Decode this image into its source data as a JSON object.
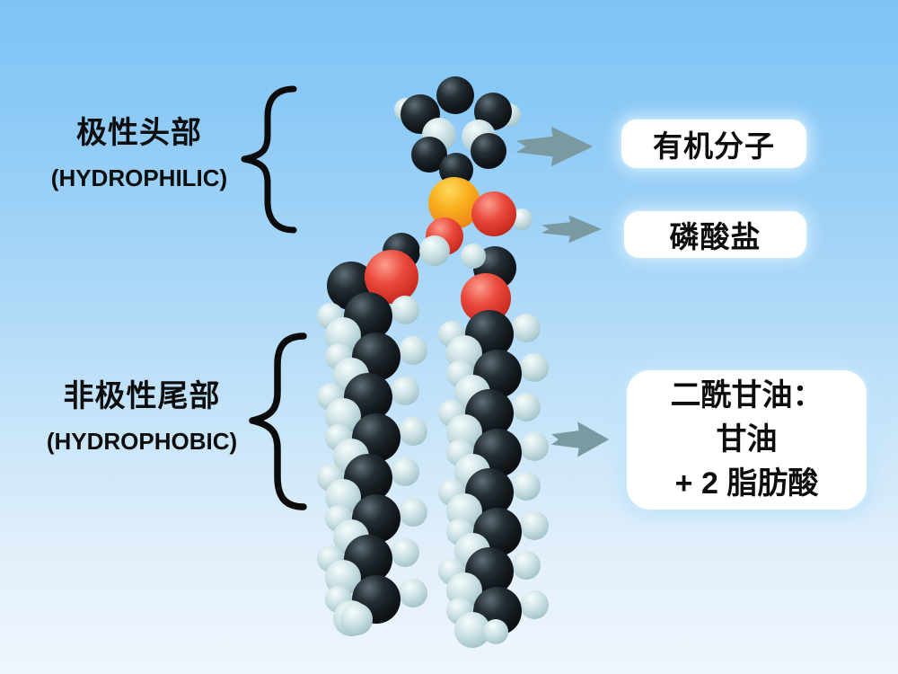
{
  "labels": {
    "polar_head": {
      "title": "极性头部",
      "subtitle": "(HYDROPHILIC)"
    },
    "nonpolar_tail": {
      "title": "非极性尾部",
      "subtitle": "(HYDROPHOBIC)"
    }
  },
  "callouts": {
    "organic_molecule": "有机分子",
    "phosphate": "磷酸盐",
    "diacylglycerol_lines": [
      "二酰甘油：",
      "甘油",
      "+ 2 脂肪酸"
    ]
  },
  "colors": {
    "background_top": "#7dc4f5",
    "background_bottom": "#eff6fc",
    "text": "#0d0d0d",
    "brace": "#0b0b0b",
    "arrow": "#7a99a1",
    "callout_bg": "#ffffff",
    "callout_glow": "#c1e4fb",
    "carbon": "#232d33",
    "hydrogen": "#cde2e5",
    "oxygen": "#ea4a3c",
    "phosphorus": "#f8b01f"
  }
}
